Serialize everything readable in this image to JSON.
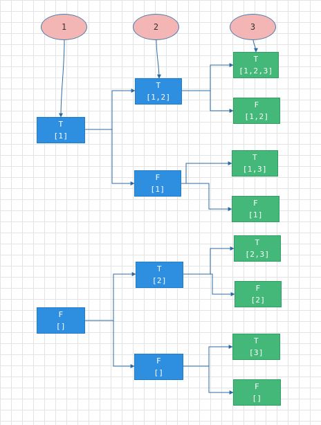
{
  "levels": [
    "1",
    "2",
    "3"
  ],
  "nodes": {
    "root_t": {
      "value": "T",
      "set": "[1]"
    },
    "root_f": {
      "value": "F",
      "set": "[]"
    },
    "t_t": {
      "value": "T",
      "set": "[1,2]"
    },
    "t_f": {
      "value": "F",
      "set": "[1]"
    },
    "f_t": {
      "value": "T",
      "set": "[2]"
    },
    "f_f": {
      "value": "F",
      "set": "[]"
    },
    "t_t_t": {
      "value": "T",
      "set": "[1,2,3]"
    },
    "t_t_f": {
      "value": "F",
      "set": "[1,2]"
    },
    "t_f_t": {
      "value": "T",
      "set": "[1,3]"
    },
    "t_f_f": {
      "value": "F",
      "set": "[1]"
    },
    "f_t_t": {
      "value": "T",
      "set": "[2,3]"
    },
    "f_t_f": {
      "value": "F",
      "set": "[2]"
    },
    "f_f_t": {
      "value": "T",
      "set": "[3]"
    },
    "f_f_f": {
      "value": "F",
      "set": "[]"
    }
  },
  "colors": {
    "level_marker": "#f4b6b4",
    "branch_node": "#2e8fe0",
    "leaf_node": "#43b878",
    "connector": "#2a6aa3"
  }
}
